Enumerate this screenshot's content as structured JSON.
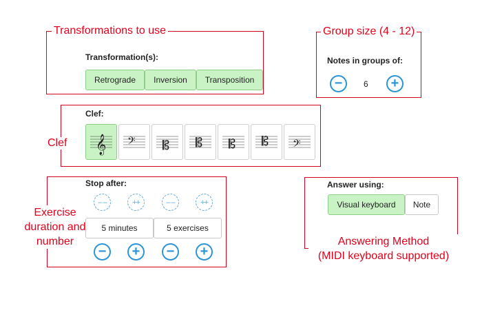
{
  "transformations": {
    "callout": "Transformations to use",
    "label": "Transformation(s):",
    "buttons": [
      "Retrograde",
      "Inversion",
      "Transposition"
    ]
  },
  "group_size": {
    "callout": "Group size (4 - 12)",
    "label": "Notes in groups of:",
    "value": "6",
    "minus": "−",
    "plus": "+"
  },
  "clef": {
    "callout": "Clef",
    "label": "Clef:",
    "options": [
      "treble-clef",
      "bass-clef",
      "alto-clef",
      "tenor-clef",
      "soprano-clef",
      "mezzo-soprano-clef",
      "baritone-clef"
    ],
    "selected_index": 0
  },
  "exercise": {
    "callout": "Exercise duration and number",
    "label": "Stop after:",
    "minutes_value": "5 minutes",
    "exercises_value": "5 exercises",
    "big_minus": "– –",
    "big_plus": "++",
    "minus": "−",
    "plus": "+"
  },
  "answer": {
    "callout_line1": "Answering Method",
    "callout_line2": "(MIDI keyboard supported)",
    "label": "Answer using:",
    "buttons": [
      "Visual keyboard",
      "Note"
    ],
    "selected_index": 0
  },
  "colors": {
    "annotation_red": "#e3001b",
    "selected_green": "#c9f3c5",
    "button_blue": "#2b95d6"
  }
}
